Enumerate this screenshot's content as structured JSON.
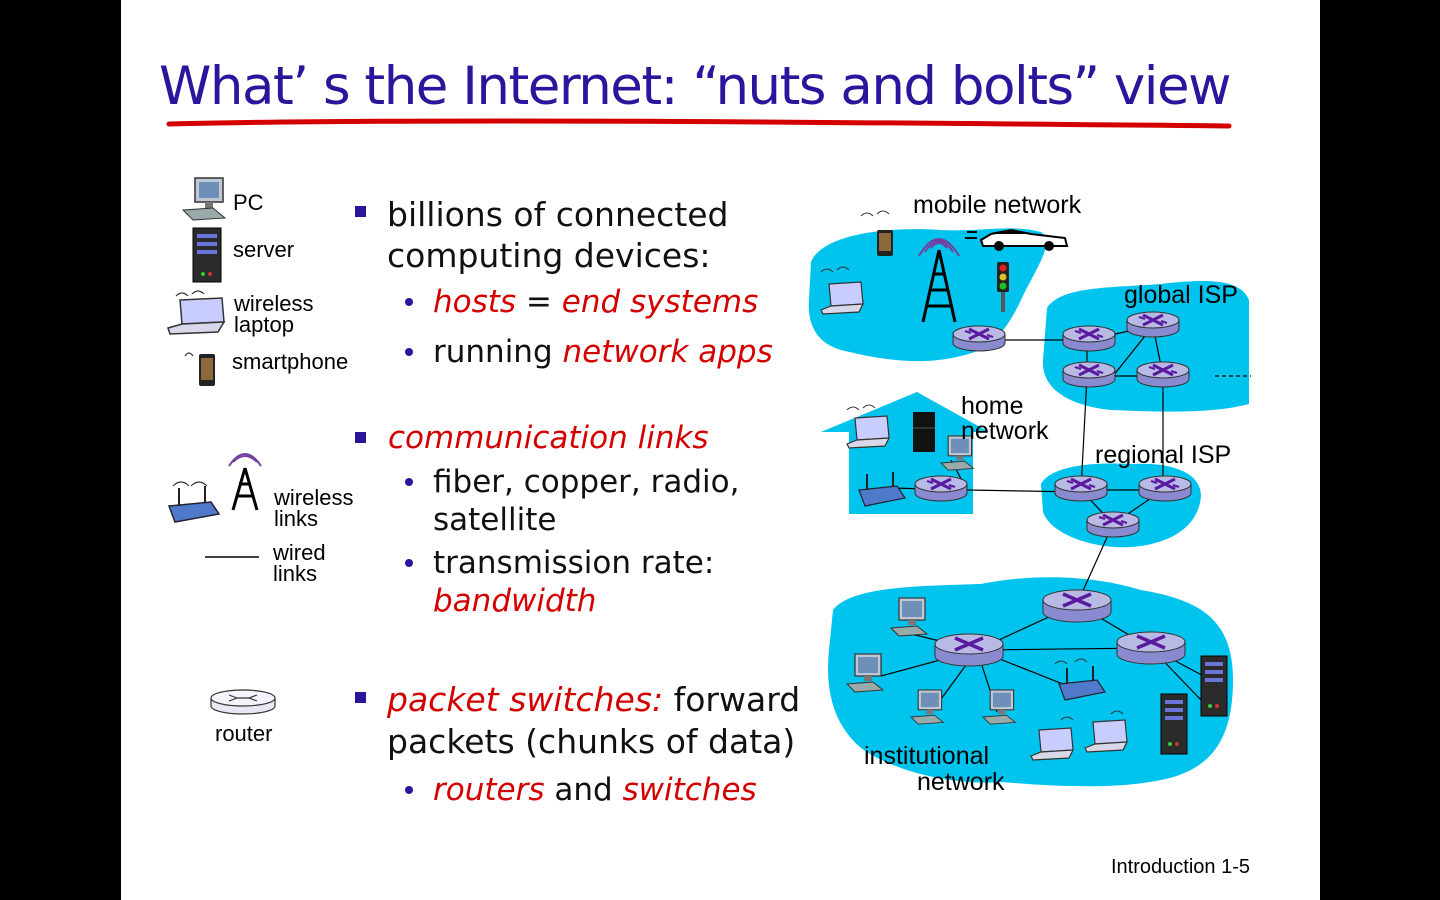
{
  "slide": {
    "title": "What’ s the Internet: “nuts and bolts” view",
    "footer": "Introduction 1-5"
  },
  "legend": {
    "pc": "PC",
    "server": "server",
    "wireless_laptop_1": "wireless",
    "wireless_laptop_2": "laptop",
    "smartphone": "smartphone",
    "wireless_links_1": "wireless",
    "wireless_links_2": "links",
    "wired_links_1": "wired",
    "wired_links_2": "links",
    "router": "router"
  },
  "bullets": {
    "b1_line1": "billions of connected",
    "b1_line2": "computing devices:",
    "b1_sub1_hosts": "hosts",
    "b1_sub1_eq": " = ",
    "b1_sub1_end": "end systems",
    "b1_sub2_running": "running ",
    "b1_sub2_apps": "network apps",
    "b2_line1": "communication links",
    "b2_sub1_line1": "fiber, copper, radio,",
    "b2_sub1_line2": "satellite",
    "b2_sub2_line1": "transmission rate:",
    "b2_sub2_line2": "bandwidth",
    "b3_red": "packet switches:",
    "b3_rest": " forward",
    "b3_line2": "packets (chunks of data)",
    "b3_sub1_routers": "routers",
    "b3_sub1_and": " and ",
    "b3_sub1_switches": "switches"
  },
  "diagram": {
    "mobile_network": "mobile network",
    "global_isp": "global ISP",
    "home_network_1": "home",
    "home_network_2": "network",
    "regional_isp": "regional ISP",
    "institutional_network_1": "institutional",
    "institutional_network_2": "network"
  },
  "colors": {
    "title": "#2a169c",
    "accent_red": "#d40000",
    "network_cloud": "#00c4ee",
    "router_fill": "#b9b9e6"
  }
}
